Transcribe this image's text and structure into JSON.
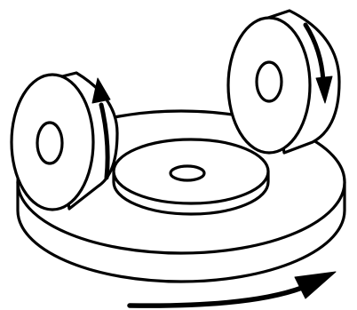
{
  "figure": {
    "description_visible_text": "",
    "colors": {
      "ink": "#000000",
      "fill": "#ffffff"
    },
    "parts": {
      "platform": "rotating-platform",
      "hub": "center-hub",
      "left_wheel": "left-wheel",
      "right_wheel": "right-wheel",
      "left_wheel_arrow": "arrow-up",
      "right_wheel_arrow": "arrow-down",
      "platform_arrow": "arrow-right-curved"
    }
  }
}
